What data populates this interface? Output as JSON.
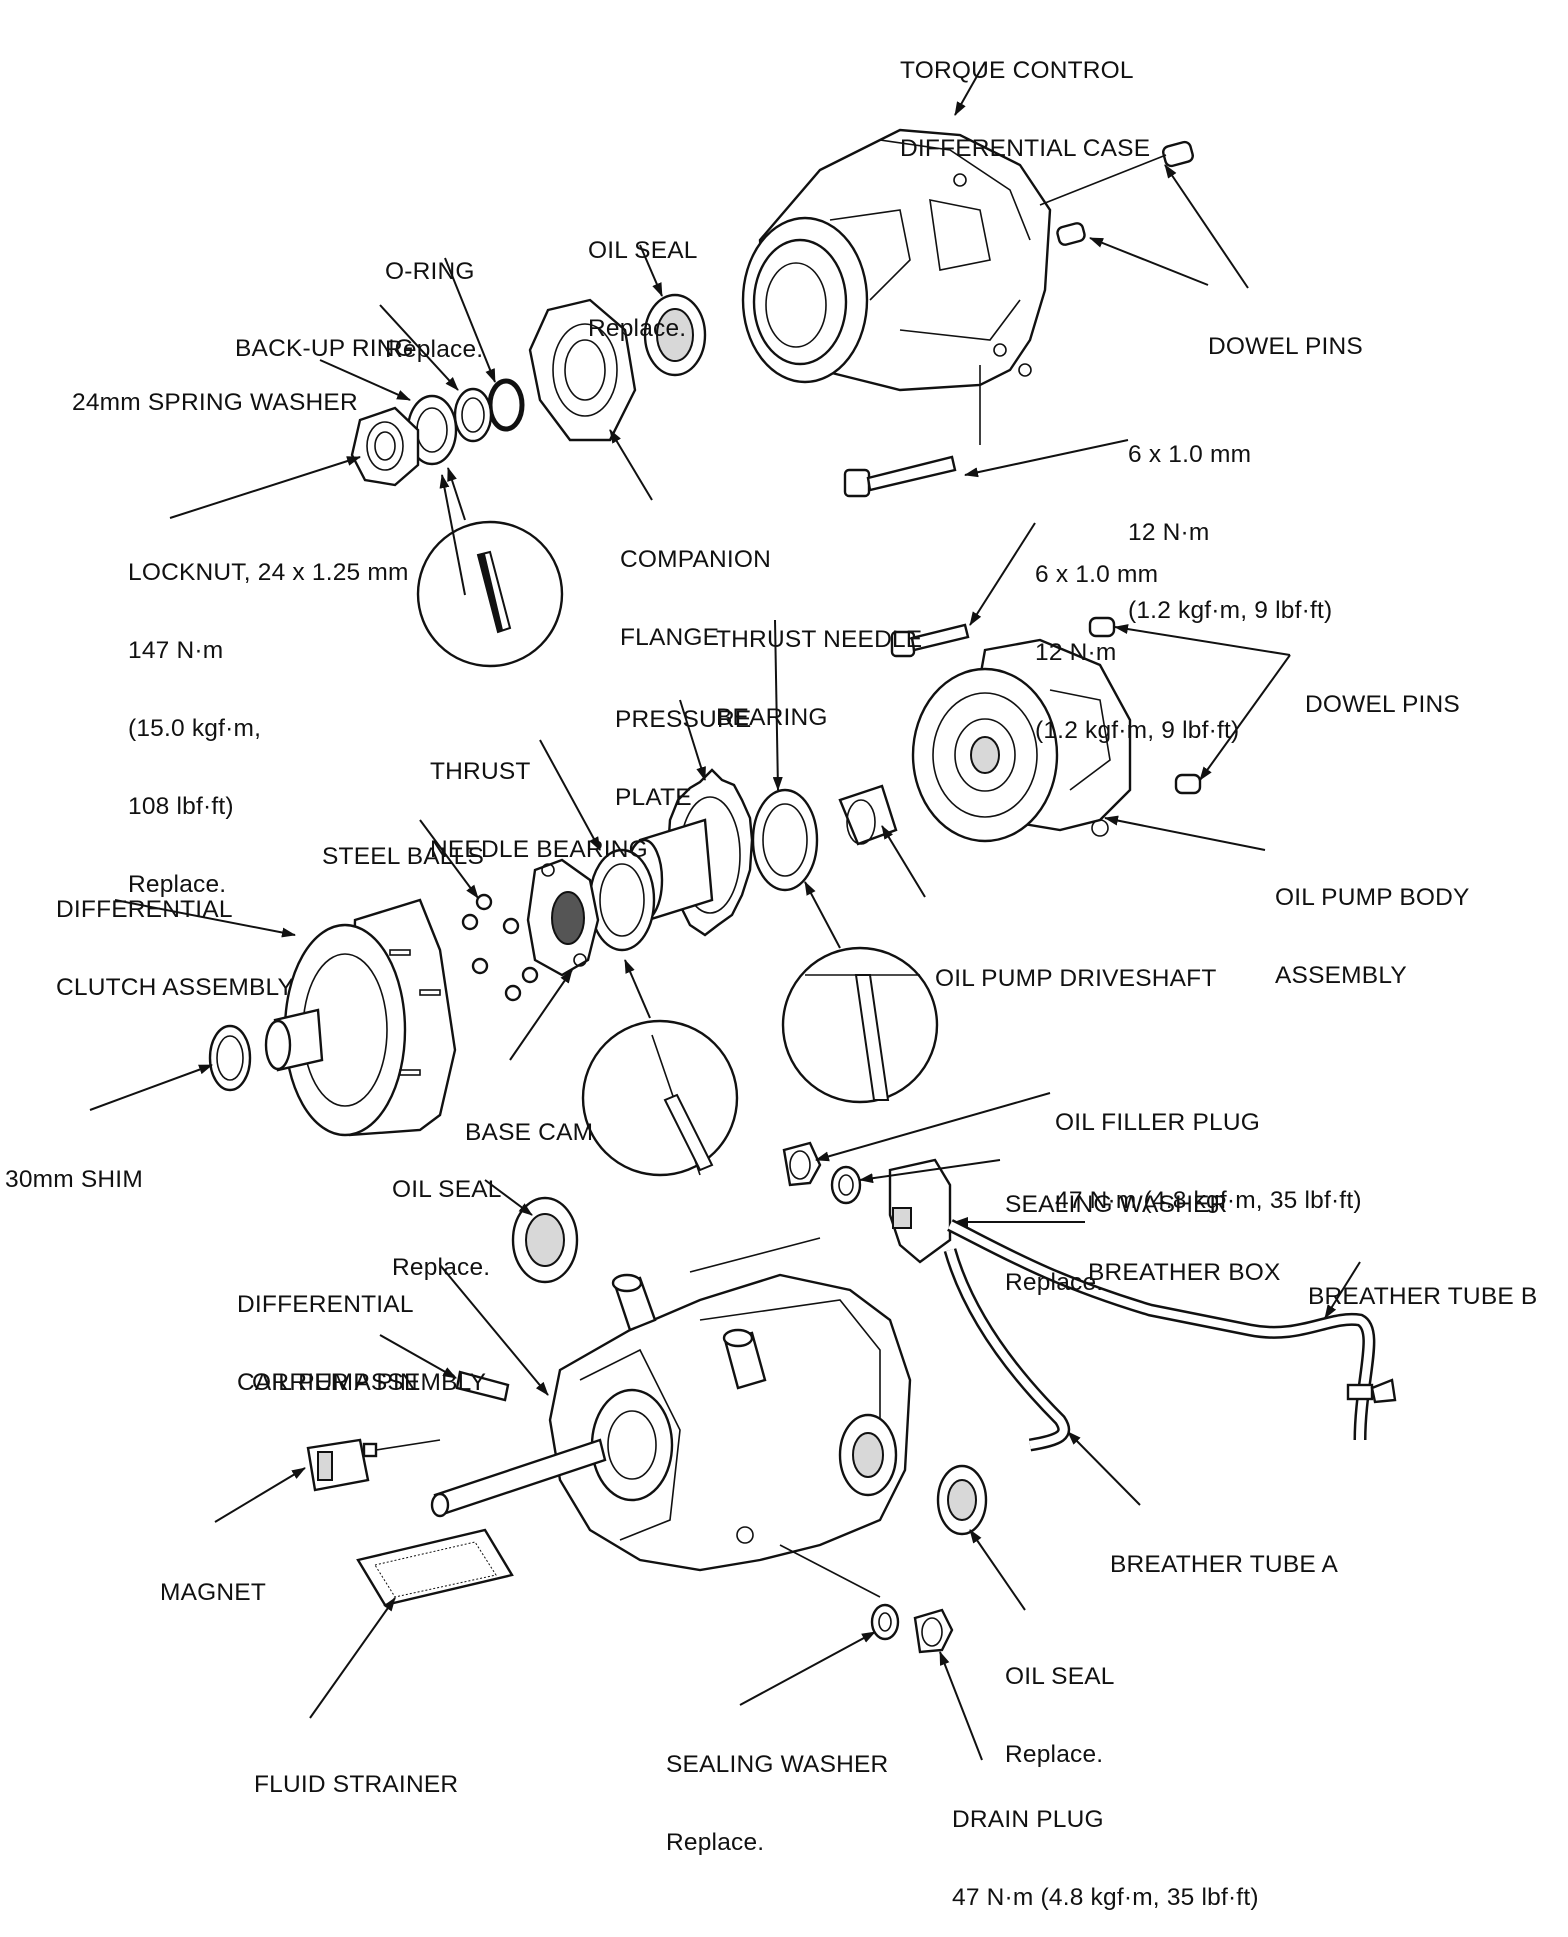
{
  "labels": [
    {
      "id": "torque-control-differential-case",
      "lines": [
        "TORQUE CONTROL",
        "DIFFERENTIAL CASE"
      ]
    },
    {
      "id": "dowel-pins-top",
      "lines": [
        "DOWEL PINS"
      ]
    },
    {
      "id": "oil-seal-top",
      "lines": [
        "OIL SEAL",
        "Replace."
      ]
    },
    {
      "id": "o-ring",
      "lines": [
        "O-RING",
        "Replace."
      ]
    },
    {
      "id": "back-up-ring",
      "lines": [
        "BACK-UP RING"
      ]
    },
    {
      "id": "spring-washer-24mm",
      "lines": [
        "24mm SPRING WASHER"
      ]
    },
    {
      "id": "bolt-torque-top",
      "lines": [
        "6 x 1.0 mm",
        "12 N·m",
        "(1.2 kgf·m, 9 lbf·ft)"
      ]
    },
    {
      "id": "locknut",
      "lines": [
        "LOCKNUT, 24 x 1.25 mm",
        "147 N·m",
        "(15.0 kgf·m,",
        "108 lbf·ft)",
        "Replace."
      ]
    },
    {
      "id": "companion-flange",
      "lines": [
        "COMPANION",
        "FLANGE"
      ]
    },
    {
      "id": "bolt-torque-mid",
      "lines": [
        "6 x 1.0 mm",
        "12 N·m",
        "(1.2 kgf·m, 9 lbf·ft)"
      ]
    },
    {
      "id": "thrust-needle-bearing-right",
      "lines": [
        "THRUST NEEDLE",
        "BEARING"
      ]
    },
    {
      "id": "dowel-pins-mid",
      "lines": [
        "DOWEL PINS"
      ]
    },
    {
      "id": "pressure-plate",
      "lines": [
        "PRESSURE",
        "PLATE"
      ]
    },
    {
      "id": "thrust-needle-bearing-left",
      "lines": [
        "THRUST",
        "NEEDLE BEARING"
      ]
    },
    {
      "id": "steel-balls",
      "lines": [
        "STEEL BALLS"
      ]
    },
    {
      "id": "differential-clutch-assembly",
      "lines": [
        "DIFFERENTIAL",
        "CLUTCH ASSEMBLY"
      ]
    },
    {
      "id": "oil-pump-body-assembly",
      "lines": [
        "OIL PUMP BODY",
        "ASSEMBLY"
      ]
    },
    {
      "id": "oil-pump-driveshaft",
      "lines": [
        "OIL PUMP DRIVESHAFT"
      ]
    },
    {
      "id": "base-cam",
      "lines": [
        "BASE CAM"
      ]
    },
    {
      "id": "shim-30mm",
      "lines": [
        "30mm SHIM"
      ]
    },
    {
      "id": "oil-filler-plug",
      "lines": [
        "OIL FILLER PLUG",
        "47 N·m (4.8 kgf·m, 35 lbf·ft)"
      ]
    },
    {
      "id": "oil-seal-left",
      "lines": [
        "OIL SEAL",
        "Replace."
      ]
    },
    {
      "id": "sealing-washer-top",
      "lines": [
        "SEALING WASHER",
        "Replace."
      ]
    },
    {
      "id": "breather-box",
      "lines": [
        "BREATHER BOX"
      ]
    },
    {
      "id": "breather-tube-b",
      "lines": [
        "BREATHER TUBE B"
      ]
    },
    {
      "id": "differential-carrier-assembly",
      "lines": [
        "DIFFERENTIAL",
        "CARRIER ASSEMBLY"
      ]
    },
    {
      "id": "oil-pump-pin",
      "lines": [
        "OIL PUMP PIN"
      ]
    },
    {
      "id": "breather-tube-a",
      "lines": [
        "BREATHER TUBE A"
      ]
    },
    {
      "id": "magnet",
      "lines": [
        "MAGNET"
      ]
    },
    {
      "id": "oil-seal-bottom",
      "lines": [
        "OIL SEAL",
        "Replace."
      ]
    },
    {
      "id": "fluid-strainer",
      "lines": [
        "FLUID STRAINER"
      ]
    },
    {
      "id": "sealing-washer-bottom",
      "lines": [
        "SEALING WASHER",
        "Replace."
      ]
    },
    {
      "id": "drain-plug",
      "lines": [
        "DRAIN PLUG",
        "47 N·m (4.8 kgf·m, 35 lbf·ft)"
      ]
    }
  ]
}
